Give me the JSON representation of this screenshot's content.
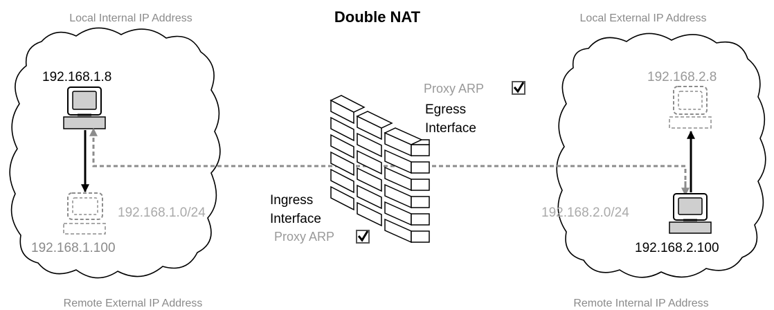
{
  "title": "Double NAT",
  "corner_labels": {
    "top_left": "Local Internal IP Address",
    "top_right": "Local External IP Address",
    "bottom_left": "Remote External IP Address",
    "bottom_right": "Remote Internal IP Address"
  },
  "left_network": {
    "host_active_ip": "192.168.1.8",
    "host_virtual_ip": "192.168.1.100",
    "subnet": "192.168.1.0/24"
  },
  "right_network": {
    "host_virtual_ip": "192.168.2.8",
    "host_active_ip": "192.168.2.100",
    "subnet": "192.168.2.0/24"
  },
  "firewall": {
    "ingress_line1": "Ingress",
    "ingress_line2": "Interface",
    "egress_line1": "Egress",
    "egress_line2": "Interface",
    "proxy_arp_ingress": "Proxy ARP",
    "proxy_arp_egress": "Proxy ARP",
    "proxy_arp_ingress_checked": true,
    "proxy_arp_egress_checked": true
  },
  "colors": {
    "active": "#000000",
    "inactive": "#9a9a9a",
    "dashed_path": "#8c8c8c",
    "screen_fill": "#cfcfcf"
  }
}
